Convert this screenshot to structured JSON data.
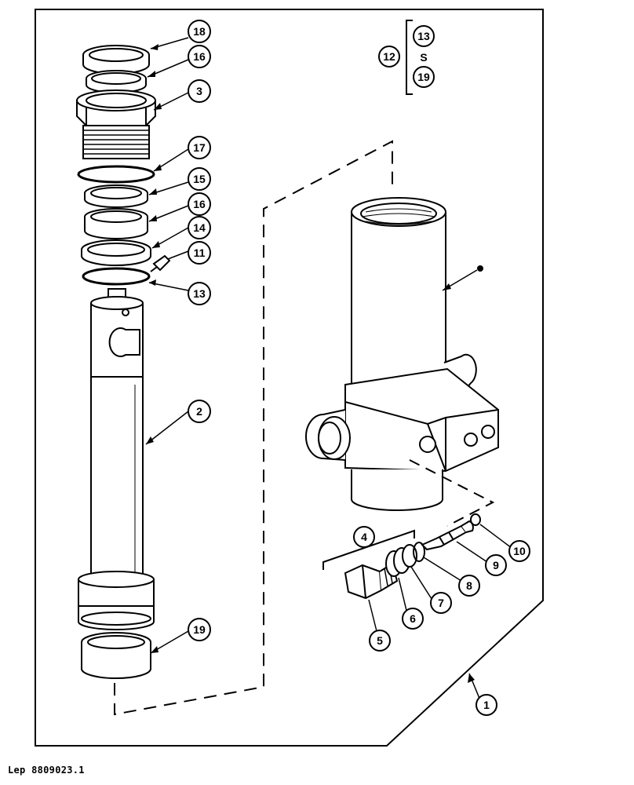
{
  "callouts": {
    "c1": "1",
    "c2": "2",
    "c3": "3",
    "c4": "4",
    "c5": "5",
    "c6": "6",
    "c7": "7",
    "c8": "8",
    "c9": "9",
    "c10": "10",
    "c11": "11",
    "c12": "12",
    "c13a": "13",
    "c13b": "13",
    "c14": "14",
    "c15": "15",
    "c16a": "16",
    "c16b": "16",
    "c17": "17",
    "c18": "18",
    "c19a": "19",
    "c19b": "19"
  },
  "kit_bracket_separator": "S",
  "footer": {
    "reference_code": "Lep 8809023.1"
  }
}
